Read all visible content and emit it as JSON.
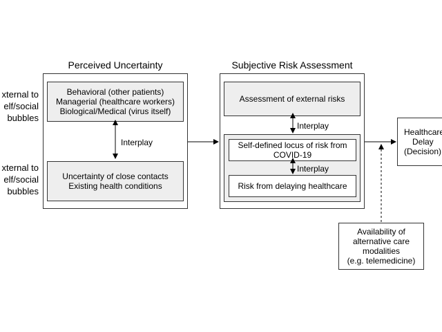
{
  "side_labels": {
    "top": [
      "xternal to",
      "elf/social",
      "bubbles"
    ],
    "bottom": [
      "xternal to",
      "elf/social",
      "bubbles"
    ]
  },
  "perceived": {
    "title": "Perceived Uncertainty",
    "box1": [
      "Behavioral (other patients)",
      "Managerial (healthcare workers)",
      "Biological/Medical (virus itself)"
    ],
    "interplay": "Interplay",
    "box2": [
      "Uncertainty of close contacts",
      "Existing health conditions"
    ]
  },
  "subjective": {
    "title": "Subjective Risk Assessment",
    "external": "Assessment of external risks",
    "interplay1": "Interplay",
    "self_defined": [
      "Self-defined locus of risk from",
      "COVID-19"
    ],
    "interplay2": "Interplay",
    "delaying": "Risk from delaying healthcare"
  },
  "outcome": [
    "Healthcare",
    "Delay",
    "(Decision)"
  ],
  "availability": [
    "Availability of",
    "alternative care",
    "modalities",
    "(e.g. telemedicine)"
  ]
}
